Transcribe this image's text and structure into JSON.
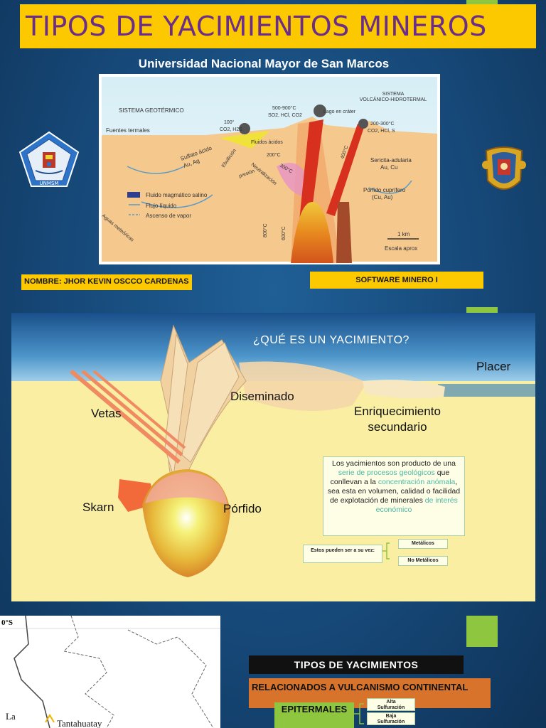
{
  "slide1": {
    "title": "TIPOS DE YACIMIENTOS MINEROS",
    "university": "Universidad Nacional Mayor de San Marcos",
    "name_label": "NOMBRE: JHOR KEVIN OSCCO CARDENAS",
    "course_label": "SOFTWARE MINERO I",
    "logo_left_text": "UNMSM",
    "diagram": {
      "sistema_geotermico": "SISTEMA GEOTÉRMICO",
      "sistema_volcanico_line1": "SISTEMA",
      "sistema_volcanico_line2": "VOLCÁNICO-HIDROTERMAL",
      "temp_100": "100°",
      "gases_100": "CO2, H2S",
      "temp_500_900": "500-900°C",
      "gases_500_900": "SO2, HCl, CO2",
      "lago_crater": "Lago en cráter",
      "temp_200_300": "200-300°C",
      "gases_200_300": "CO2, HCl, S",
      "fuentes_termales": "Fuentes termales",
      "fluidos_acidos": "Fluidos ácidos",
      "sulfato_acido": "Sulfato ácido",
      "au_ag": "Au, Ag",
      "ebullicion": "Ebullición",
      "t200": "200°C",
      "t300": "300°C",
      "t400": "400°C",
      "neutralizacion": "Neutralización",
      "presion": "presión",
      "sericita_adularia": "Sericita-adularia",
      "au_cu": "Au, Cu",
      "porfido_cuprifero": "Pórfido cuprífero",
      "cu_au": "(Cu, Au)",
      "fluido_magmatico": "Fluido magmático salino",
      "flujo_liquido": "Flujo líquido",
      "ascenso_vapor": "Ascenso de vapor",
      "t600": "600°C",
      "t800": "800°C",
      "aguas_meteoricas": "Aguas meteóricas",
      "escala_1km": "1 km",
      "escala_aprox": "Escala aprox"
    }
  },
  "slide2": {
    "title": "¿QUÉ ES UN YACIMIENTO?",
    "placer": "Placer",
    "diseminado": "Diseminado",
    "vetas": "Vetas",
    "enriquecimiento_line1": "Enriquecimiento",
    "enriquecimiento_line2": "secundario",
    "skarn": "Skarn",
    "porfido": "Pórfido",
    "description": {
      "t1": "Los yacimientos son producto de una ",
      "h1": "serie de procesos geológicos",
      "t2": " que conllevan a la ",
      "h2": "concentración anómala",
      "t3": ", sea esta en volumen, calidad o facilidad de explotación de minerales ",
      "h3": "de interés económico"
    },
    "pueden_ser": "Estos pueden ser a su vez:",
    "metalicos": "Metálicos",
    "no_metalicos": "No Metálicos"
  },
  "slide3": {
    "map_latitude": "0°S",
    "map_label_la": "La",
    "map_label_tantahuatay": "Tantahuatay",
    "tipos_header": "TIPOS DE YACIMIENTOS",
    "volcanismo": "RELACIONADOS A VULCANISMO CONTINENTAL",
    "epitermales": "EPITERMALES",
    "alta_line1": "Alta",
    "alta_line2": "Sulfuración",
    "baja_line1": "Baja",
    "baja_line2": "Sulfuración"
  },
  "colors": {
    "title_bg": "#fcc800",
    "title_text": "#6b2d8a",
    "accent_green": "#8ec63f",
    "highlight_teal": "#4ab9a6",
    "orange": "#d7732b"
  }
}
